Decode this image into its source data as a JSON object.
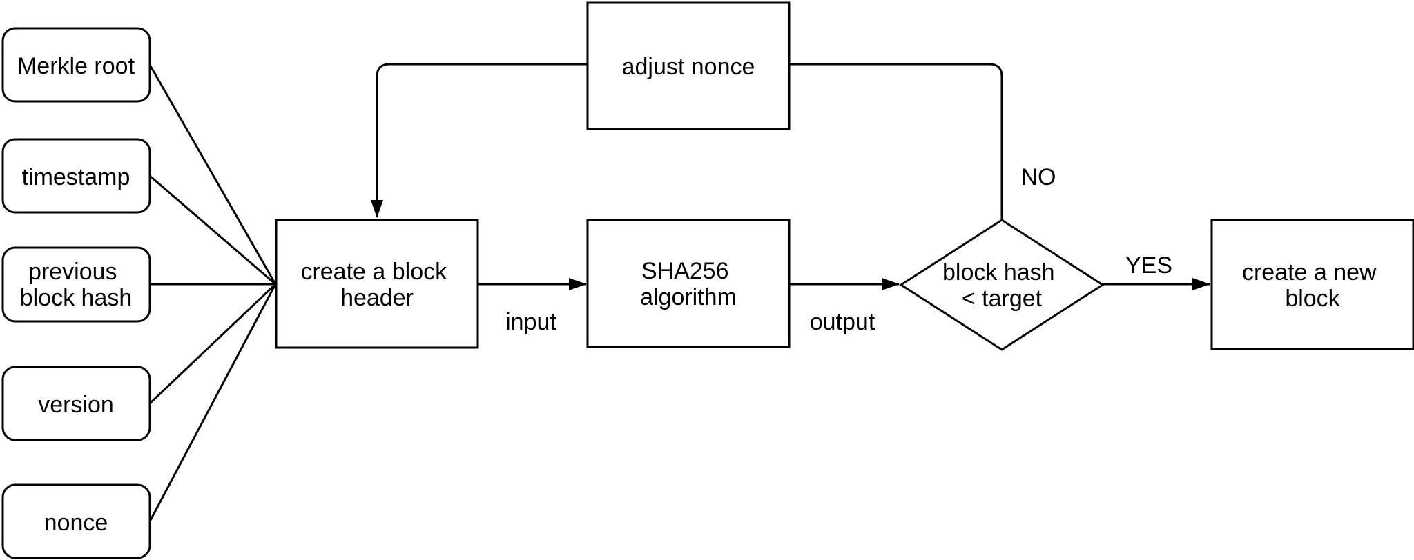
{
  "diagram": {
    "type": "flowchart",
    "topic": "bitcoin block mining / proof of work loop",
    "colors": {
      "background": "#ffffff",
      "node_fill": "#ffffff",
      "stroke": "#000000",
      "text": "#000000"
    },
    "inputs": [
      {
        "label": "Merkle root",
        "lines": [
          "Merkle root"
        ]
      },
      {
        "label": "timestamp",
        "lines": [
          "timestamp"
        ]
      },
      {
        "label": "previous block hash",
        "lines": [
          "previous",
          "block hash"
        ]
      },
      {
        "label": "version",
        "lines": [
          "version"
        ]
      },
      {
        "label": "nonce",
        "lines": [
          "nonce"
        ]
      }
    ],
    "nodes": {
      "create_header": {
        "label": "create a block header",
        "lines": [
          "create a block",
          "header"
        ]
      },
      "sha256": {
        "label": "SHA256 algorithm",
        "lines": [
          "SHA256",
          "algorithm"
        ]
      },
      "adjust_nonce": {
        "label": "adjust nonce",
        "lines": [
          "adjust nonce"
        ]
      },
      "decision": {
        "label": "block hash < target",
        "lines": [
          "block hash",
          "< target"
        ]
      },
      "new_block": {
        "label": "create a new block",
        "lines": [
          "create a new",
          "block"
        ]
      }
    },
    "edge_labels": {
      "input": "input",
      "output": "output",
      "yes": "YES",
      "no": "NO"
    }
  }
}
